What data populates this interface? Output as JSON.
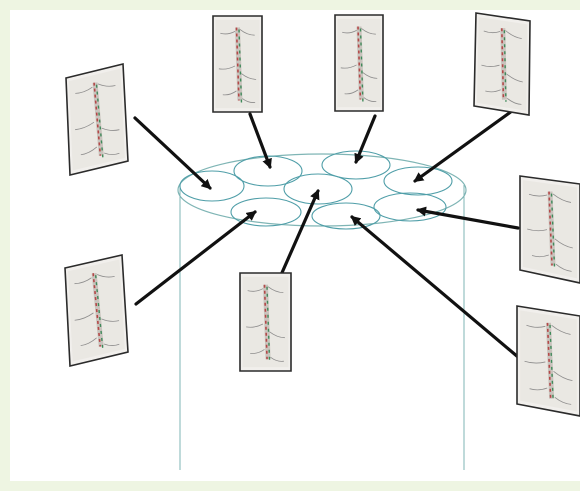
{
  "diagram": {
    "colors": {
      "background": "#eef5e2",
      "panel": "#ffffff",
      "cylinder_stroke": "#7fb5b5",
      "circle_stroke": "#4f9ea8",
      "arrow": "#111111",
      "photo_frame": "#2b2b2b",
      "photo_paper": "#f1efec"
    },
    "photos": [
      {
        "id": "left-top"
      },
      {
        "id": "top-1"
      },
      {
        "id": "top-2"
      },
      {
        "id": "top-3"
      },
      {
        "id": "right-1"
      },
      {
        "id": "left-bottom"
      },
      {
        "id": "center-bottom"
      },
      {
        "id": "right-2"
      }
    ],
    "cells": [
      {
        "id": "cell-1"
      },
      {
        "id": "cell-2"
      },
      {
        "id": "cell-3"
      },
      {
        "id": "cell-4"
      },
      {
        "id": "cell-5"
      },
      {
        "id": "cell-6"
      },
      {
        "id": "cell-7"
      },
      {
        "id": "cell-8"
      }
    ]
  }
}
